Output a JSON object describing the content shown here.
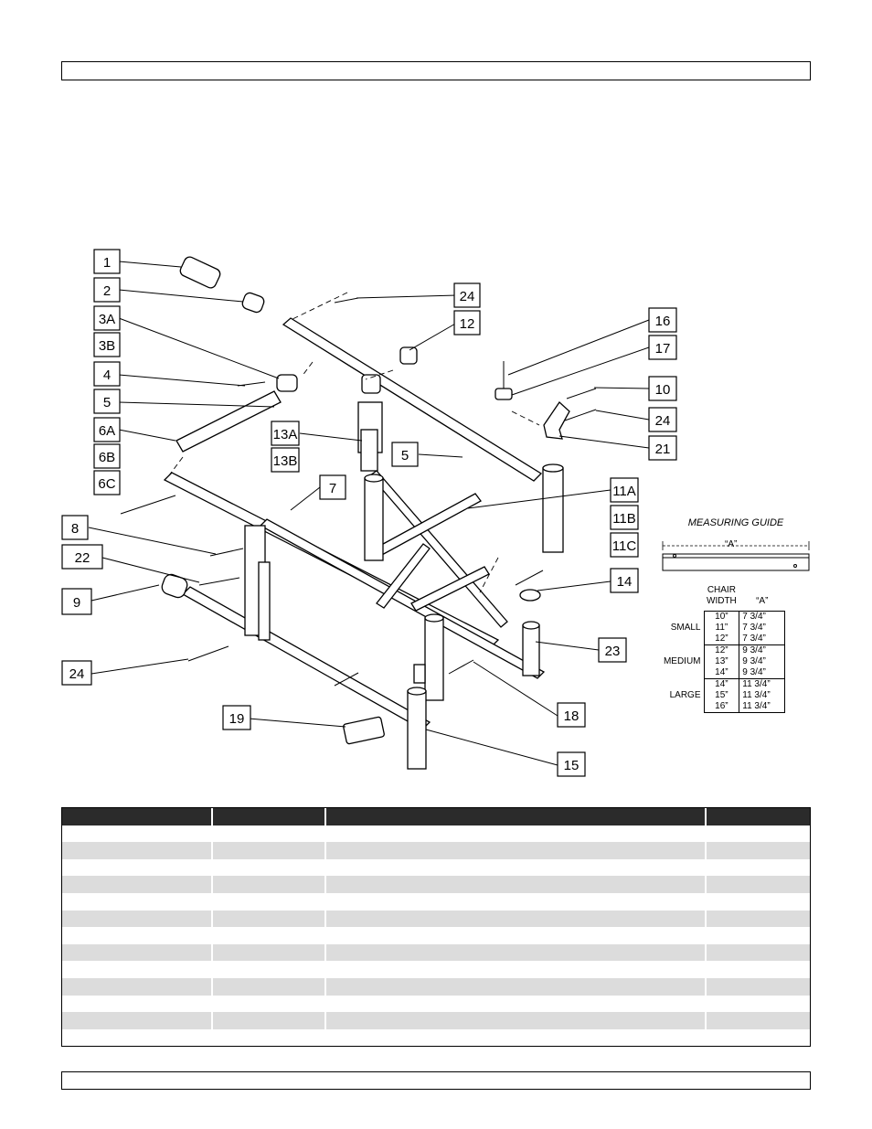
{
  "callouts": [
    "1",
    "2",
    "3A",
    "3B",
    "4",
    "5",
    "6A",
    "6B",
    "6C",
    "8",
    "22",
    "9",
    "24",
    "13A",
    "13B",
    "7",
    "24",
    "12",
    "16",
    "17",
    "10",
    "24",
    "21",
    "5",
    "11A",
    "11B",
    "11C",
    "14",
    "23",
    "18",
    "19",
    "15"
  ],
  "measuring_guide": {
    "title": "MEASURING GUIDE",
    "dimension_label": "“A”",
    "col_size": "",
    "col_width": "CHAIR WIDTH",
    "col_a": "“A”",
    "groups": [
      {
        "name": "SMALL",
        "widths": [
          "10”",
          "11”",
          "12”"
        ],
        "a": [
          "7 3/4”",
          "7 3/4”",
          "7 3/4”"
        ]
      },
      {
        "name": "MEDIUM",
        "widths": [
          "12”",
          "13”",
          "14”"
        ],
        "a": [
          "9 3/4”",
          "9 3/4”",
          "9 3/4”"
        ]
      },
      {
        "name": "LARGE",
        "widths": [
          "14”",
          "15”",
          "16”"
        ],
        "a": [
          "11 3/4”",
          "11 3/4”",
          "11 3/4”"
        ]
      }
    ]
  },
  "parts_table": {
    "rows": 13
  }
}
